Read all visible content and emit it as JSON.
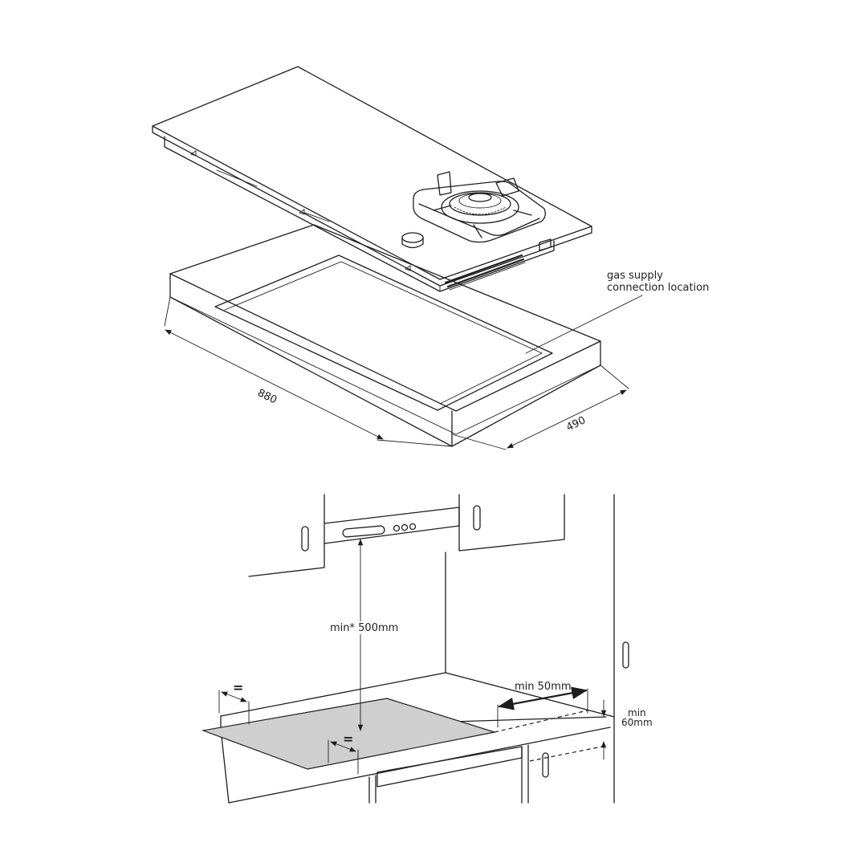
{
  "top_view": {
    "callout_line1": "gas supply",
    "callout_line2": "connection location",
    "dim_length": "880",
    "dim_width": "490"
  },
  "bottom_view": {
    "dim_hood_clearance": "min* 500mm",
    "dim_side_clearance": "min 50mm",
    "dim_thickness_line1": "min",
    "dim_thickness_line2": "60mm",
    "equal_mark": "="
  },
  "colors": {
    "line": "#1e1e1e",
    "cutout_fill": "#cfcfcf",
    "background": "#ffffff"
  }
}
